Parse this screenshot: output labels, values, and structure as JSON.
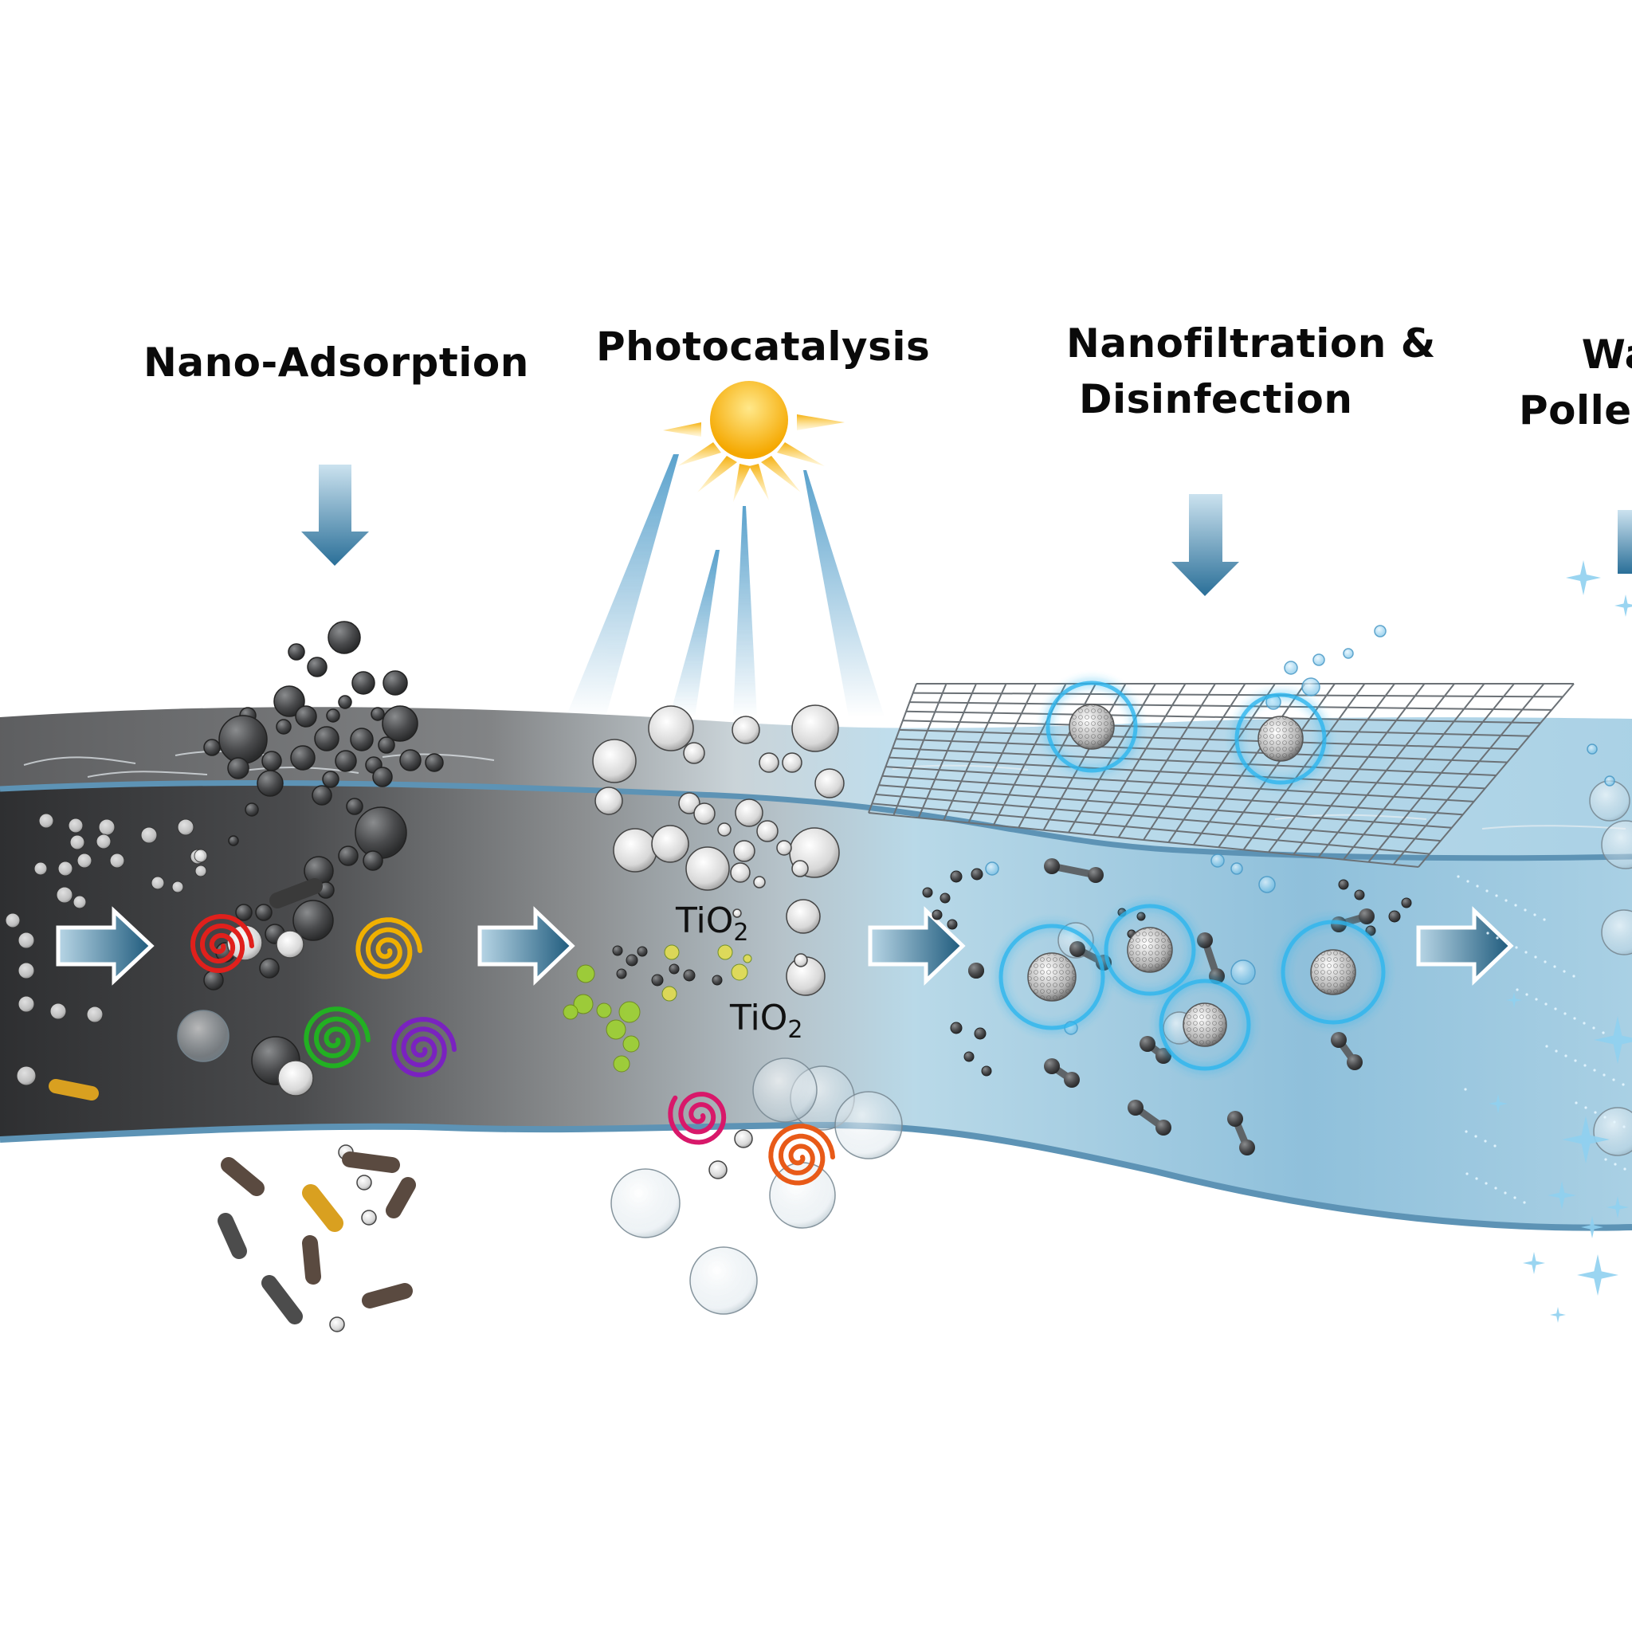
{
  "diagram": {
    "title": "Nanotechnology-based water treatment process",
    "stages": [
      {
        "id": "nano-adsorption",
        "label": "Nano-Adsorption",
        "water_state": "contaminated (dark grey)",
        "agent": "nanoparticle adsorbents (dark spheres)"
      },
      {
        "id": "photocatalysis",
        "label": "Photocatalysis",
        "water_state": "partially treated (grey to light blue)",
        "agent": "TiO2 nanoparticles activated by sunlight"
      },
      {
        "id": "nanofiltration-disinfection",
        "label_line1": "Nanofiltration &",
        "label_line2": "Disinfection",
        "water_state": "filtered (light blue)",
        "agent": "nanomesh membrane + antimicrobial nanoparticles"
      },
      {
        "id": "water-polishing",
        "label_line1": "Wa",
        "label_line2": "Poller",
        "water_state": "clean sparkling water",
        "agent": "final polishing (cropped)"
      }
    ],
    "annotations": {
      "tio2_label_1": "TiO",
      "tio2_label_2": "TiO",
      "tio2_subscript": "2"
    },
    "icons": [
      "down-arrow-icon",
      "right-arrow-icon",
      "sun-icon",
      "light-ray-icon",
      "nanomesh-icon",
      "nanoparticle-icon",
      "bacteria-icon",
      "pollutant-spiral-icon",
      "bubble-icon",
      "sparkle-icon"
    ],
    "colors": {
      "contaminated_water": "#3f4042",
      "mid_water": "#a9b0b4",
      "clean_water": "#9cc6dc",
      "band_edge": "#5d93b5",
      "arrow_dark": "#1e5a7c",
      "arrow_light": "#b8d6e6",
      "sun": "#f5a800",
      "ray_blue": "#3e92c4",
      "spiral_red": "#e0201c",
      "spiral_yellow": "#f0b000",
      "spiral_green": "#22b022",
      "spiral_purple": "#7a22c0",
      "spiral_magenta": "#d8186a",
      "spiral_orange": "#e85a18",
      "glow_cyan": "#2fb6ee"
    }
  }
}
